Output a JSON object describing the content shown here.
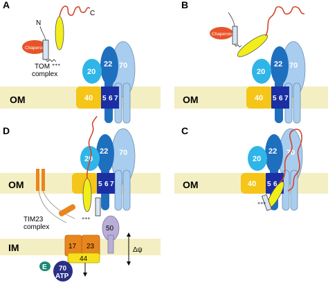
{
  "panels": [
    {
      "letter": "A"
    },
    {
      "letter": "B"
    },
    {
      "letter": "D"
    },
    {
      "letter": "C"
    }
  ],
  "membranes": {
    "outer": "OM",
    "inner": "IM"
  },
  "labels": {
    "chaperone": "Chaperone",
    "tom_complex_line1": "TOM",
    "tom_complex_line2": "complex",
    "tim23_line1": "TIM23",
    "tim23_line2": "complex",
    "n_terminus": "N",
    "c_terminus": "C",
    "delta_psi": "Δψ",
    "charges": "+++",
    "atp": "ATP"
  },
  "subunits": {
    "tom20": "20",
    "tom22": "22",
    "tom70": "70",
    "tom40": "40",
    "tom5": "5",
    "tom6": "6",
    "tom7": "7",
    "tim50": "50",
    "tim17": "17",
    "tim23": "23",
    "tim44": "44",
    "mthsp70": "70",
    "e": "E"
  },
  "colors": {
    "membrane": "#f4efc2",
    "tom40": "#f5c518",
    "tom20": "#2fb5e8",
    "tom22": "#1e6fbe",
    "tom70": "#a9cdef",
    "small_tom": "#1b2fa3",
    "chaperone": "#e8542a",
    "precursor_helix": "#f2ee1a",
    "precursor_chain": "#d0452c",
    "tim_orange": "#e8861e",
    "tim50": "#b8aed6",
    "tim44": "#f5e11c",
    "mthsp70": "#2b2f86",
    "e_protein": "#1a8a73"
  }
}
